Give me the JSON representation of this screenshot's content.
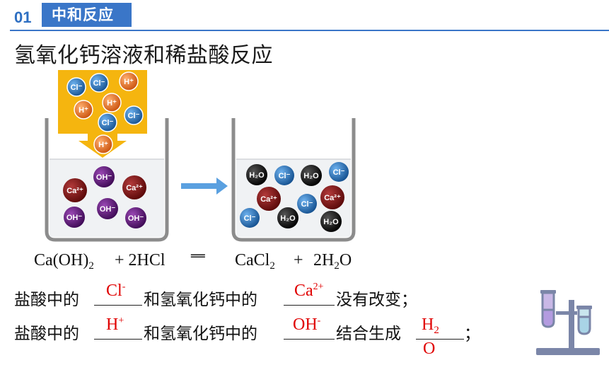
{
  "header": {
    "number": "01",
    "section_title": "中和反应"
  },
  "title": "氢氧化钙溶液和稀盐酸反应",
  "diagram": {
    "funnel_ions": [
      "Cl⁻",
      "Cl⁻",
      "H⁺",
      "H⁺",
      "H⁺",
      "Cl⁻",
      "Cl⁻",
      "H⁺"
    ],
    "left_beaker_ions": [
      "OH⁻",
      "Ca²⁺",
      "Ca²⁺",
      "OH⁻",
      "OH⁻",
      "OH⁻"
    ],
    "right_beaker_ions": [
      "H₂O",
      "Cl⁻",
      "H₂O",
      "Cl⁻",
      "Ca²⁺",
      "Cl⁻",
      "Ca²⁺",
      "Cl⁻",
      "H₂O",
      "H₂O"
    ],
    "colors": {
      "cl": "#1f6db5",
      "h": "#e8701a",
      "ca": "#7a1010",
      "oh": "#5a1470",
      "h2o": "#101010",
      "funnel": "#f5b50f",
      "arrow": "#5aa0e0"
    }
  },
  "equation": {
    "left1": "Ca(OH)",
    "left1_sub": "2",
    "plus1": "+ 2HCl",
    "equals": "══",
    "right1": "CaCl",
    "right1_sub": "2",
    "plus2": "+",
    "right2a": "2H",
    "right2_sub": "2",
    "right2b": "O"
  },
  "line1": {
    "part1": "盐酸中的",
    "answer1": "Cl",
    "answer1_sup": "-",
    "part2": "和氢氧化钙中的",
    "answer2": "Ca",
    "answer2_sup": "2+",
    "part3": "没有改变；"
  },
  "line2": {
    "part1": "盐酸中的",
    "answer1": "H",
    "answer1_sup": "+",
    "part2": "和氢氧化钙中的",
    "answer2": "OH",
    "answer2_sup": "-",
    "part3": "结合生成",
    "answer3": "H",
    "answer3_sub": "2",
    "answer3_o": "O",
    "part4": "；"
  }
}
